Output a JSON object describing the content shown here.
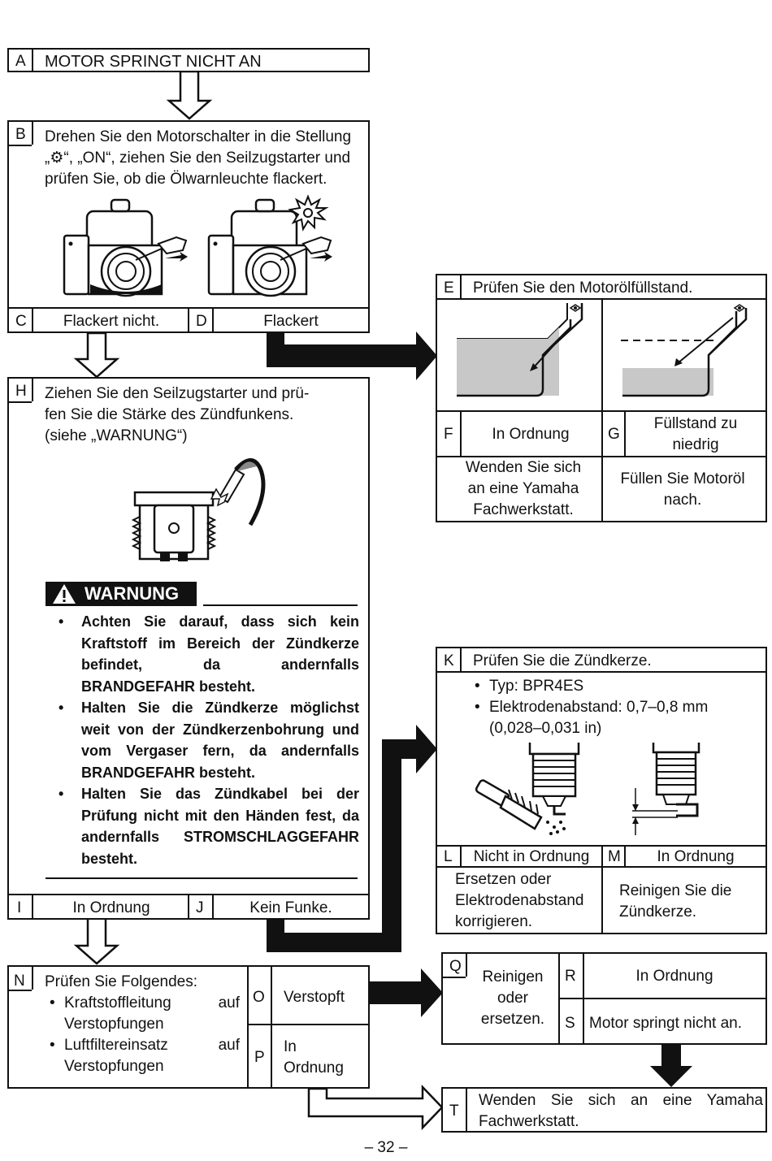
{
  "box_a": {
    "letter": "A",
    "text": "MOTOR SPRINGT NICHT AN"
  },
  "box_b": {
    "letter": "B",
    "line1": "Drehen Sie den Motorschalter in die Stellung",
    "line2": "„⚙“, „ON“, ziehen Sie den Seilzugstarter und",
    "line3": "prüfen Sie, ob die Ölwarnleuchte flackert."
  },
  "box_c": {
    "letter": "C",
    "text": "Flackert nicht."
  },
  "box_d": {
    "letter": "D",
    "text": "Flackert"
  },
  "box_e": {
    "letter": "E",
    "text": "Prüfen Sie den Motorölfüllstand."
  },
  "box_f": {
    "letter": "F",
    "text": "In Ordnung",
    "action": "Wenden Sie sich an eine Yamaha Fachwerkstatt."
  },
  "box_g": {
    "letter": "G",
    "text": "Füllstand zu niedrig",
    "action": "Füllen Sie Motoröl nach."
  },
  "box_h": {
    "letter": "H",
    "line1": "Ziehen Sie den Seilzugstarter und prü-",
    "line2": "fen Sie die Stärke des Zündfunkens.",
    "line3": "(siehe „WARNUNG“)"
  },
  "warning": {
    "title": "WARNUNG",
    "items": [
      "Achten Sie darauf, dass sich kein Kraftstoff im Bereich der Zündkerze befindet, da andernfalls BRANDGEFAHR besteht.",
      "Halten Sie die Zündkerze möglichst weit von der Zündkerzenbohrung und vom Vergaser fern, da andernfalls BRANDGEFAHR besteht.",
      "Halten Sie das Zündkabel bei der Prüfung nicht mit den Händen fest, da andernfalls STROMSCHLAGGEFAHR besteht."
    ]
  },
  "box_i": {
    "letter": "I",
    "text": "In Ordnung"
  },
  "box_j": {
    "letter": "J",
    "text": "Kein Funke."
  },
  "box_k": {
    "letter": "K",
    "text": "Prüfen Sie die Zündkerze.",
    "type": "Typ: BPR4ES",
    "gap": "Elektrodenabstand: 0,7–0,8 mm",
    "gap_in": "(0,028–0,031 in)"
  },
  "box_l": {
    "letter": "L",
    "text": "Nicht in Ordnung",
    "action": "Ersetzen oder Elektrodenabstand korrigieren."
  },
  "box_m": {
    "letter": "M",
    "text": "In Ordnung",
    "action": "Reinigen Sie die Zündkerze."
  },
  "box_n": {
    "letter": "N",
    "text": "Prüfen Sie Folgendes:",
    "items": [
      "Kraftstoffleitung auf Verstopfungen",
      "Luftfiltereinsatz auf Verstopfungen"
    ]
  },
  "box_o": {
    "letter": "O",
    "text": "Verstopft"
  },
  "box_p": {
    "letter": "P",
    "text": "In Ordnung"
  },
  "box_q": {
    "letter": "Q",
    "text": "Reinigen oder ersetzen."
  },
  "box_r": {
    "letter": "R",
    "text": "In Ordnung"
  },
  "box_s": {
    "letter": "S",
    "text": "Motor springt nicht an."
  },
  "box_t": {
    "letter": "T",
    "text": "Wenden Sie sich an eine Yamaha Fachwerkstatt."
  },
  "page_number": "– 32 –"
}
